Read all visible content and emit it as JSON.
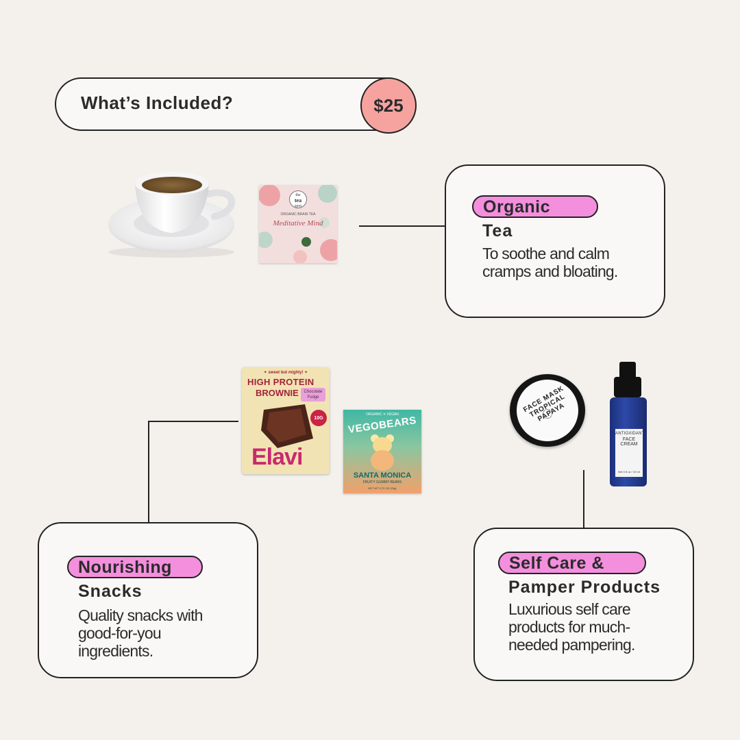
{
  "header": {
    "title": "What’s Included?",
    "price": "$25"
  },
  "sections": {
    "tea": {
      "tag": "Organic",
      "subtitle": "Tea",
      "desc_line1": "To soothe and calm",
      "desc_line2": "cramps and bloating."
    },
    "snacks": {
      "tag": "Nourishing",
      "subtitle": "Snacks",
      "desc_line1": "Quality snacks with",
      "desc_line2": "good-for-you",
      "desc_line3": "ingredients."
    },
    "selfcare": {
      "tag": "Self Care &",
      "subtitle": "Pamper Products",
      "desc_line1": "Luxurious self care",
      "desc_line2": "products for much-",
      "desc_line3": "needed pampering."
    }
  },
  "products": {
    "tea_packet": {
      "brand_line1": "the",
      "brand_line2": "tea",
      "brand_line3": "spot",
      "kind": "ORGANIC BRAIN TEA",
      "name": "Meditative Mind"
    },
    "brownie": {
      "tagline": "✦ sweet but mighty! ✦",
      "line1": "HIGH PROTEIN",
      "line2": "BROWNIE",
      "flavor_line1": "Chocolate",
      "flavor_line2": "Fudge",
      "protein": "10G",
      "brand": "Elavi"
    },
    "gummies": {
      "top": "ORGANIC  ✕  VEGAN",
      "brand": "VEGOBEARS",
      "flavor": "SANTA MONICA",
      "kind": "FRUITY GUMMY BEARS",
      "weight": "NET WT 0.70 OZ (20g)"
    },
    "face_mask": {
      "text": "FACE MASK TROPICAL PAPAYA"
    },
    "face_cream": {
      "brand": "ANTIOXIDANT",
      "name": "FACE CREAM",
      "size": "Net 0.5 oz / 15 ml"
    }
  },
  "colors": {
    "background": "#f4f1ed",
    "tag_pink": "#f38fdd",
    "price_pink": "#f6a39f",
    "card_bg": "#f9f8f6"
  }
}
